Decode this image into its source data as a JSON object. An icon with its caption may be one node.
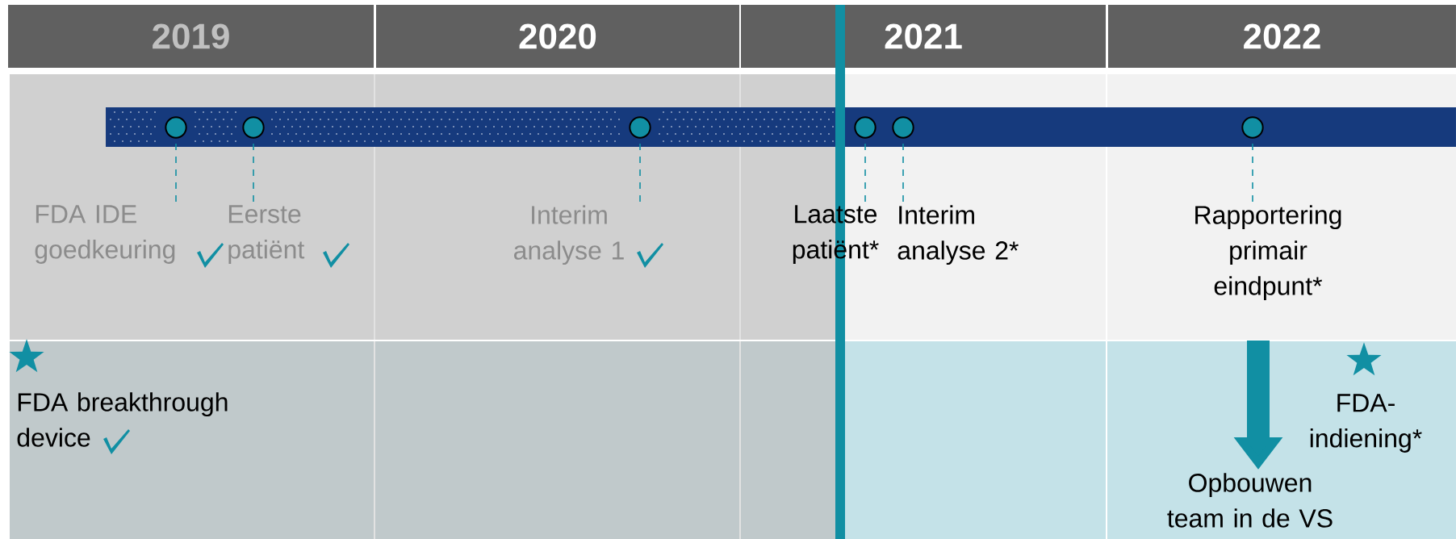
{
  "diagram": {
    "nodes": [
      {
        "text": [
          "2019"
        ]
      },
      {
        "text": [
          "2020"
        ]
      },
      {
        "text": [
          "2021"
        ]
      },
      {
        "text": [
          "2022"
        ]
      },
      {
        "text": [],
        "shape": "circle"
      },
      {
        "text": [],
        "shape": "circle"
      },
      {
        "text": [],
        "shape": "circle"
      },
      {
        "text": [],
        "shape": "circle"
      },
      {
        "text": [],
        "shape": "circle"
      },
      {
        "text": [],
        "shape": "circle"
      },
      {
        "text": [
          "FDA IDE goedkeuring"
        ]
      },
      {
        "text": [
          "Eerste patiënt"
        ]
      },
      {
        "text": [
          "Interim analyse 1"
        ]
      },
      {
        "text": [
          "Laatste patiënt*"
        ]
      },
      {
        "text": [
          "Interim analyse 2*"
        ]
      },
      {
        "text": [
          "Rapportering primair eindpunt*"
        ]
      },
      {
        "text": [
          "Opbouwen team in de VS"
        ]
      }
    ],
    "edges": [
      {
        "from": 10,
        "to": 4,
        "arrow": "none",
        "style": "dashed"
      },
      {
        "from": 11,
        "to": 5,
        "arrow": "none",
        "style": "dashed"
      },
      {
        "from": 12,
        "to": 6,
        "arrow": "none",
        "style": "dashed"
      },
      {
        "from": 13,
        "to": 7,
        "arrow": "none",
        "style": "dashed"
      },
      {
        "from": 14,
        "to": 8,
        "arrow": "none",
        "style": "dashed"
      },
      {
        "from": 15,
        "to": 9,
        "arrow": "none",
        "style": "dashed"
      },
      {
        "from": null,
        "to": 16,
        "arrow": "to",
        "style": "thick"
      }
    ],
    "labels": [
      "FDA breakthrough device",
      "FDA-indiening*"
    ]
  }
}
